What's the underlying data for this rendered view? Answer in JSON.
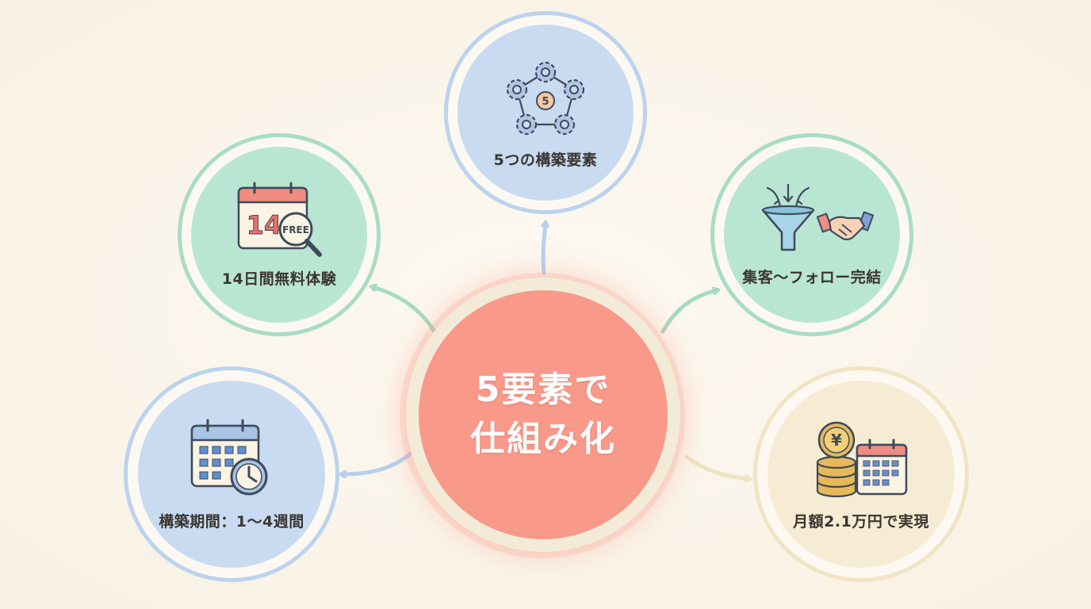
{
  "center": {
    "line1": "5要素で",
    "line2": "仕組み化"
  },
  "nodes": {
    "top": {
      "label": "5つの構築要素",
      "badge": "5"
    },
    "left_top": {
      "label": "14日間無料体験",
      "calendar_number": "14",
      "badge": "FREE"
    },
    "right_top": {
      "label": "集客〜フォロー完結"
    },
    "left_bottom": {
      "label": "構築期間：1〜4週間"
    },
    "right_bottom": {
      "label": "月額2.1万円で実現",
      "coin_symbol": "¥"
    }
  },
  "colors": {
    "center_fill": "#f8998a",
    "blue_fill": "#c9dbf1",
    "blue_ring": "#bcd3ee",
    "green_fill": "#b9e6d2",
    "green_ring": "#a9dcc5",
    "cream_fill": "#f6ecd4",
    "cream_ring": "#f1e4c4"
  }
}
